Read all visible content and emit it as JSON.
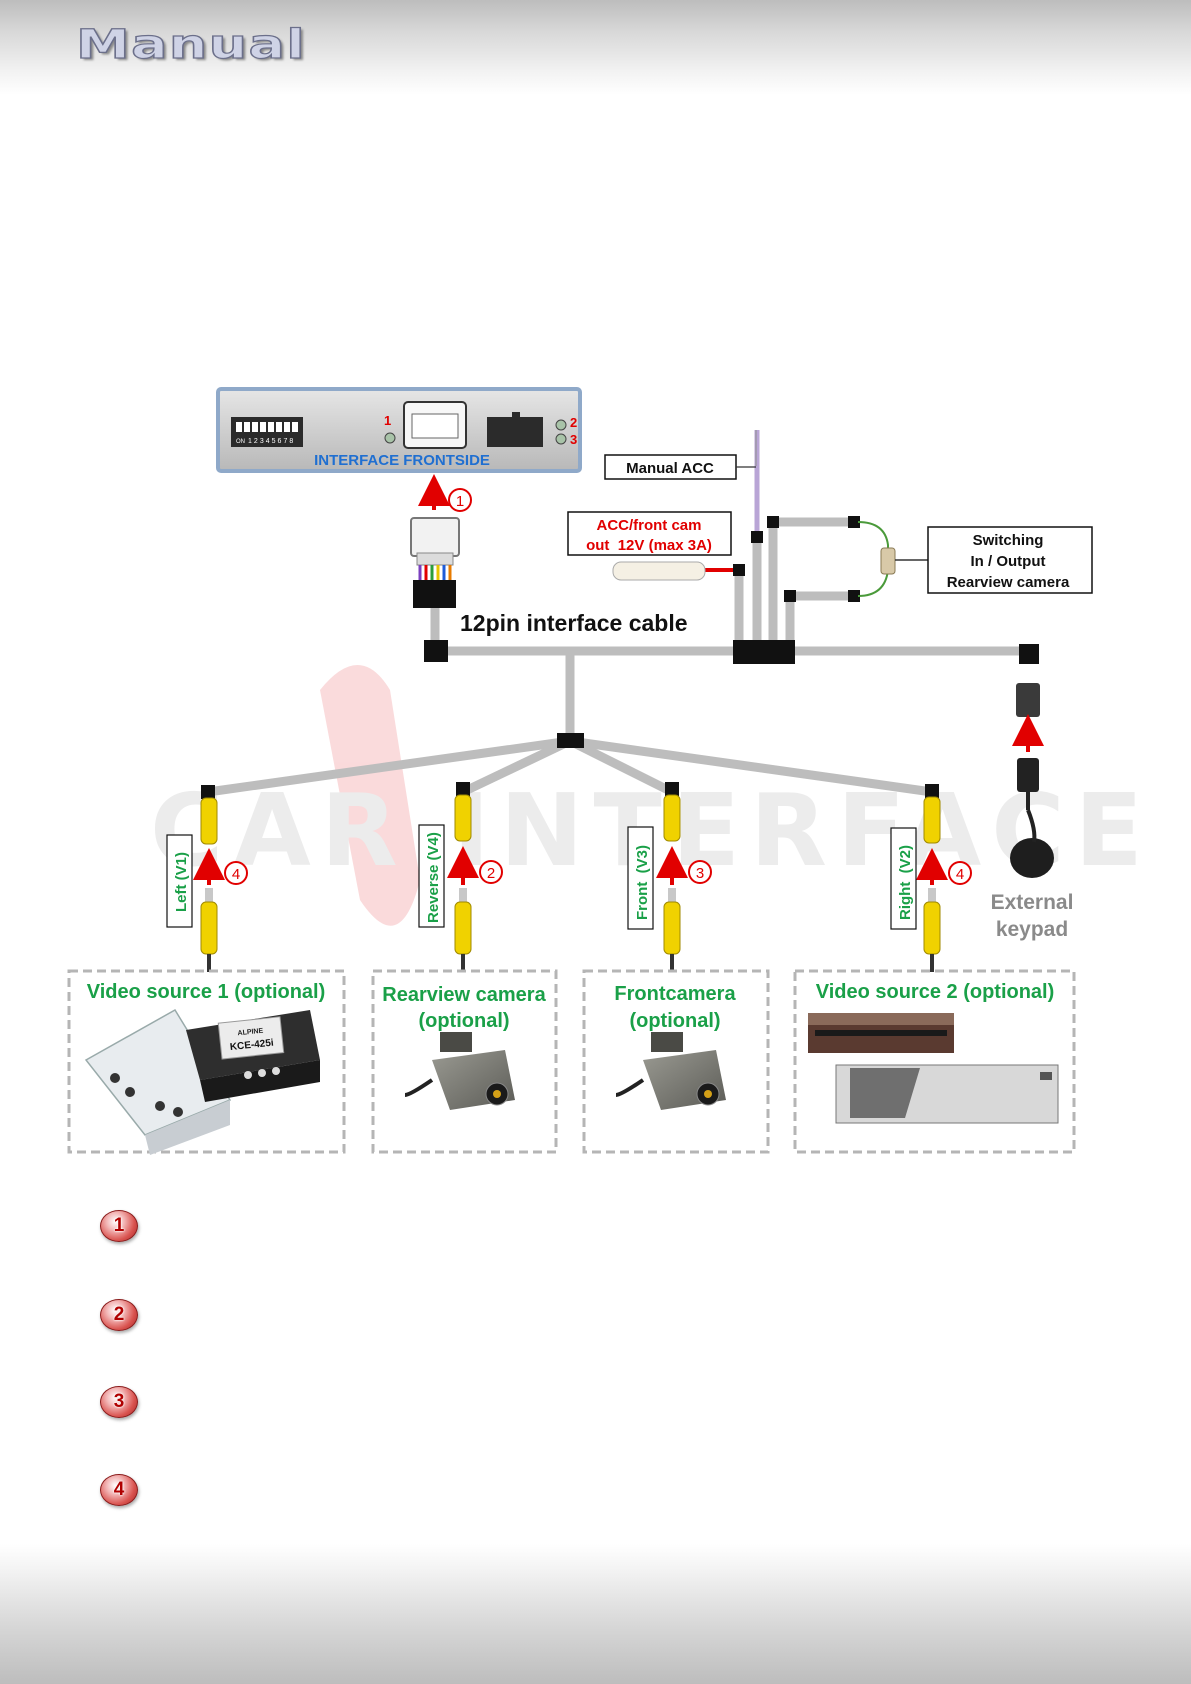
{
  "header": {
    "title": "Manual"
  },
  "interface": {
    "label": "INTERFACE FRONTSIDE",
    "dip_numbers": [
      "1",
      "2",
      "3",
      "4",
      "5",
      "6",
      "7",
      "8"
    ],
    "dip_on": "ON",
    "port_labels": [
      "1",
      "2",
      "3"
    ]
  },
  "cable": {
    "label": "12pin interface cable"
  },
  "boxes": {
    "manual_acc": "Manual ACC",
    "acc_line1": "ACC/front cam",
    "acc_line2": "out  12V (max 3A)",
    "switch_line1": "Switching",
    "switch_line2": "In / Output",
    "switch_line3": "Rearview camera"
  },
  "rca_labels": {
    "left": "Left (V1)",
    "reverse": "Reverse (V4)",
    "front": "Front  (V3)",
    "right": "Right  (V2)"
  },
  "keypad": {
    "line1": "External",
    "line2": "keypad"
  },
  "markers": {
    "m1": "1",
    "m2": "2",
    "m3": "3",
    "m4": "4"
  },
  "sources": {
    "vs1": "Video source 1 (optional)",
    "rear_line1": "Rearview camera",
    "rear_line2": "(optional)",
    "front_line1": "Frontcamera",
    "front_line2": "(optional)",
    "vs2": "Video source 2 (optional)",
    "device_brand": "ALPINE",
    "device_model": "KCE-425i"
  },
  "legend": [
    "1",
    "2",
    "3",
    "4"
  ],
  "colors": {
    "accent_red": "#e10000",
    "green_text": "#1aa048",
    "blue_label": "#1f6fd1",
    "wire_gray": "#bdbdbd"
  }
}
